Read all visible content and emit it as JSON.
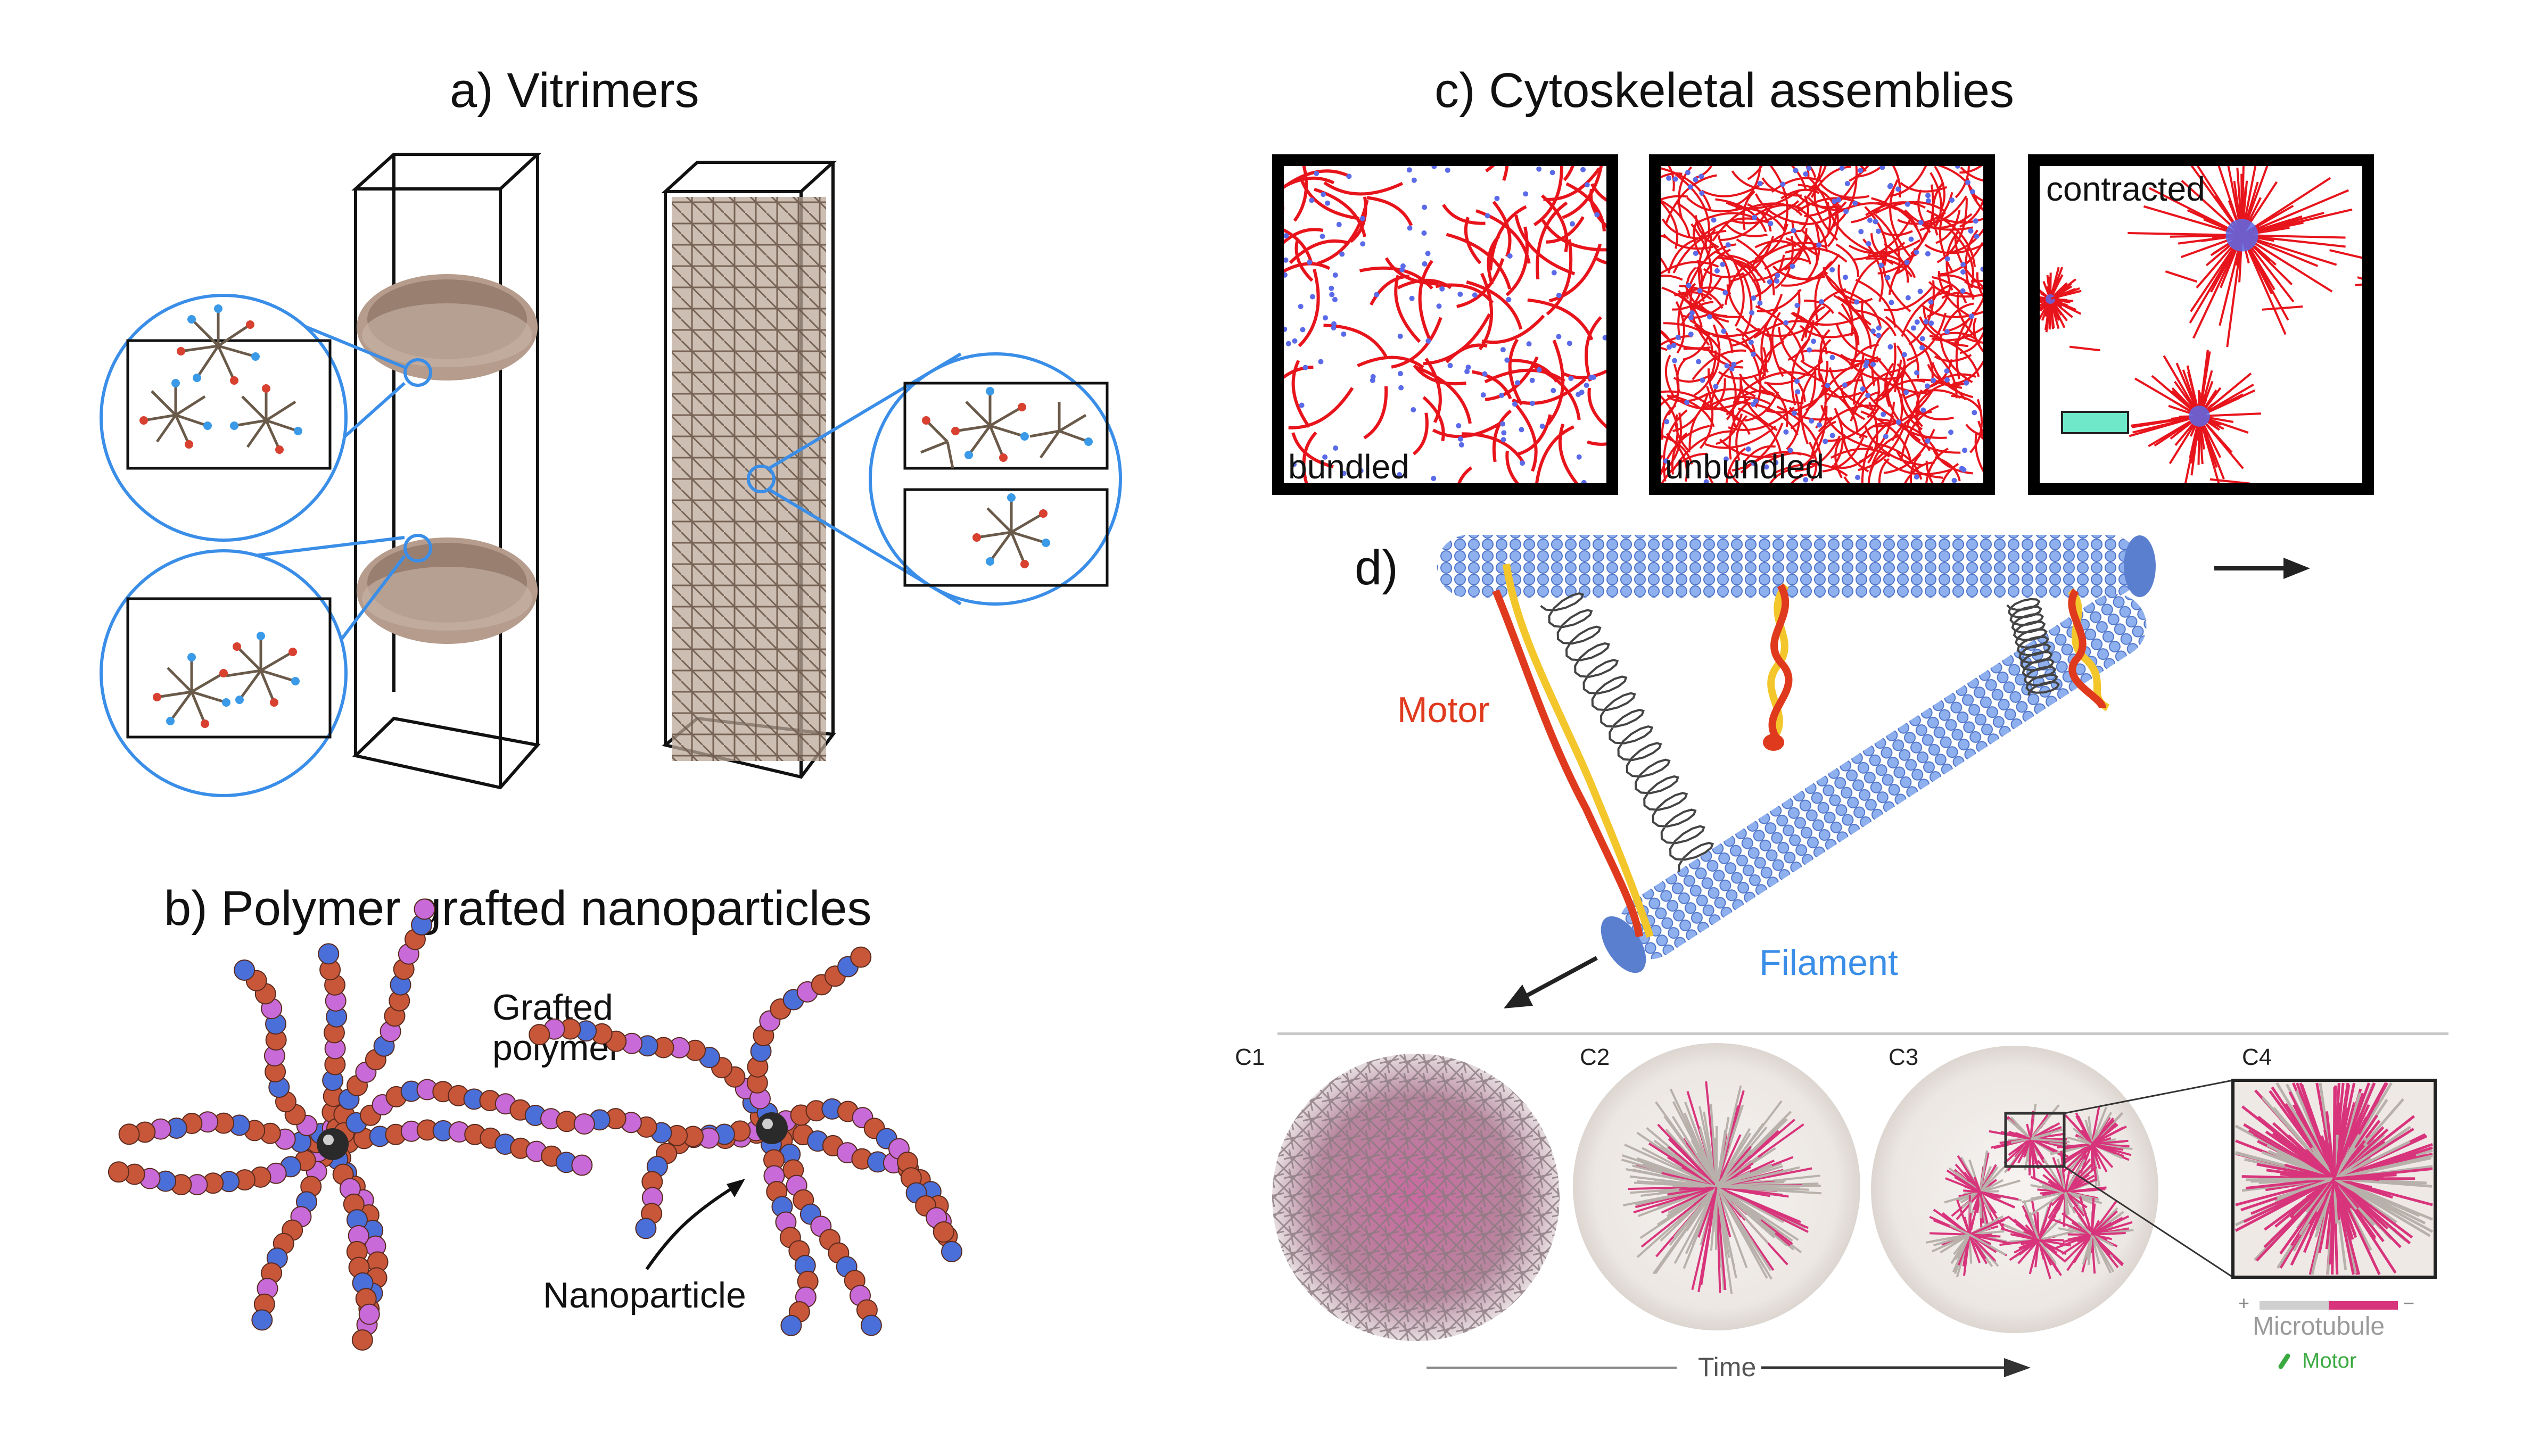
{
  "panel_a": {
    "title": "a) Vitrimers"
  },
  "panel_b": {
    "title": "b) Polymer grafted nanoparticles",
    "label_grafted_line1": "Grafted",
    "label_grafted_line2": "polymer",
    "label_nanoparticle": "Nanoparticle"
  },
  "panel_c": {
    "title": "c) Cytoskeletal assemblies",
    "boxes": [
      {
        "label": "bundled"
      },
      {
        "label": "unbundled"
      },
      {
        "label": "contracted"
      }
    ]
  },
  "panel_d": {
    "title": "d)",
    "label_motor": "Motor",
    "label_filament": "Filament"
  },
  "panel_bottom": {
    "stages": [
      "C1",
      "C2",
      "C3",
      "C4"
    ],
    "axis_label": "Time",
    "legend": {
      "microtubule": "Microtubule",
      "motor": "Motor",
      "plus": "+",
      "minus": "−"
    }
  },
  "colors": {
    "filament_red": "#e8141c",
    "crosslinker_blue": "#5a6ae8",
    "tube_blue": "#7da2e6",
    "motor_red": "#e03a1e",
    "motor_yellow": "#f3c62b",
    "bead_orange": "#c8573a",
    "bead_blue": "#4a6fd8",
    "bead_violet": "#c86ad8",
    "aster_magenta": "#d8347c",
    "scale_cyan": "#6ee8c8",
    "zoom_blue": "#3a8ee8",
    "filament_label_blue": "#3a8ee8"
  }
}
